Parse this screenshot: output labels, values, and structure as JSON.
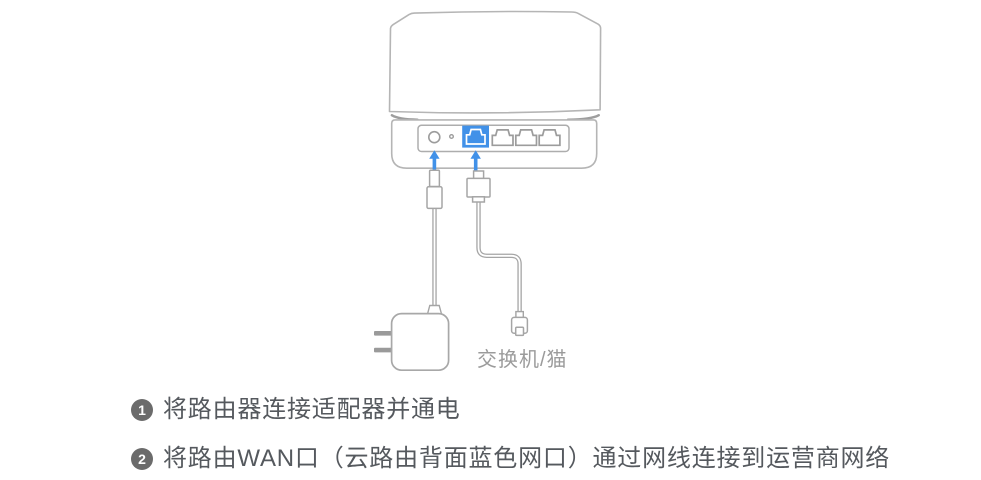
{
  "diagram": {
    "device_label": "交换机/猫",
    "colors": {
      "accent_blue": "#4191e8",
      "outline_gray": "#b5b5b5",
      "port_gray": "#9c9c9c",
      "label_gray": "#9b9b9b",
      "badge_gray": "#6b6b6b"
    }
  },
  "steps": [
    {
      "number": "1",
      "text": "将路由器连接适配器并通电"
    },
    {
      "number": "2",
      "text": "将路由WAN口（云路由背面蓝色网口）通过网线连接到运营商网络"
    }
  ]
}
